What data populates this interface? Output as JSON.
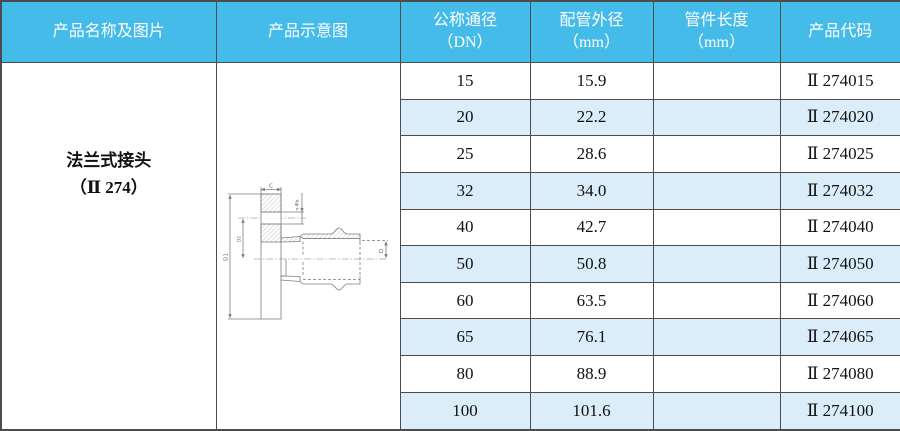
{
  "colors": {
    "header_bg": "#45bbea",
    "row_alt_bg": "#daedf8",
    "border": "#4c4c4c",
    "header_text": "#ffffff",
    "body_text": "#111111"
  },
  "header": {
    "col_product": "产品名称及图片",
    "col_diagram": "产品示意图",
    "col_dn": "公称通径\n（DN）",
    "col_od": "配管外径\n（mm）",
    "col_len": "管件长度\n（mm）",
    "col_code": "产品代码"
  },
  "product": {
    "name": "法兰式接头",
    "code_label": "（Ⅱ 274）",
    "name_block": "法兰式接头\n（Ⅱ 274）"
  },
  "diagram": {
    "labels": {
      "thickness": "C",
      "bolt_holes": "n-Φb",
      "flange_od": "D1",
      "bolt_circle": "D2",
      "pipe_od": "D"
    }
  },
  "rows": [
    {
      "dn": "15",
      "od": "15.9",
      "len": "",
      "code": "Ⅱ 274015"
    },
    {
      "dn": "20",
      "od": "22.2",
      "len": "",
      "code": "Ⅱ 274020"
    },
    {
      "dn": "25",
      "od": "28.6",
      "len": "",
      "code": "Ⅱ 274025"
    },
    {
      "dn": "32",
      "od": "34.0",
      "len": "",
      "code": "Ⅱ 274032"
    },
    {
      "dn": "40",
      "od": "42.7",
      "len": "",
      "code": "Ⅱ 274040"
    },
    {
      "dn": "50",
      "od": "50.8",
      "len": "",
      "code": "Ⅱ 274050"
    },
    {
      "dn": "60",
      "od": "63.5",
      "len": "",
      "code": "Ⅱ 274060"
    },
    {
      "dn": "65",
      "od": "76.1",
      "len": "",
      "code": "Ⅱ 274065"
    },
    {
      "dn": "80",
      "od": "88.9",
      "len": "",
      "code": "Ⅱ 274080"
    },
    {
      "dn": "100",
      "od": "101.6",
      "len": "",
      "code": "Ⅱ 274100"
    }
  ]
}
